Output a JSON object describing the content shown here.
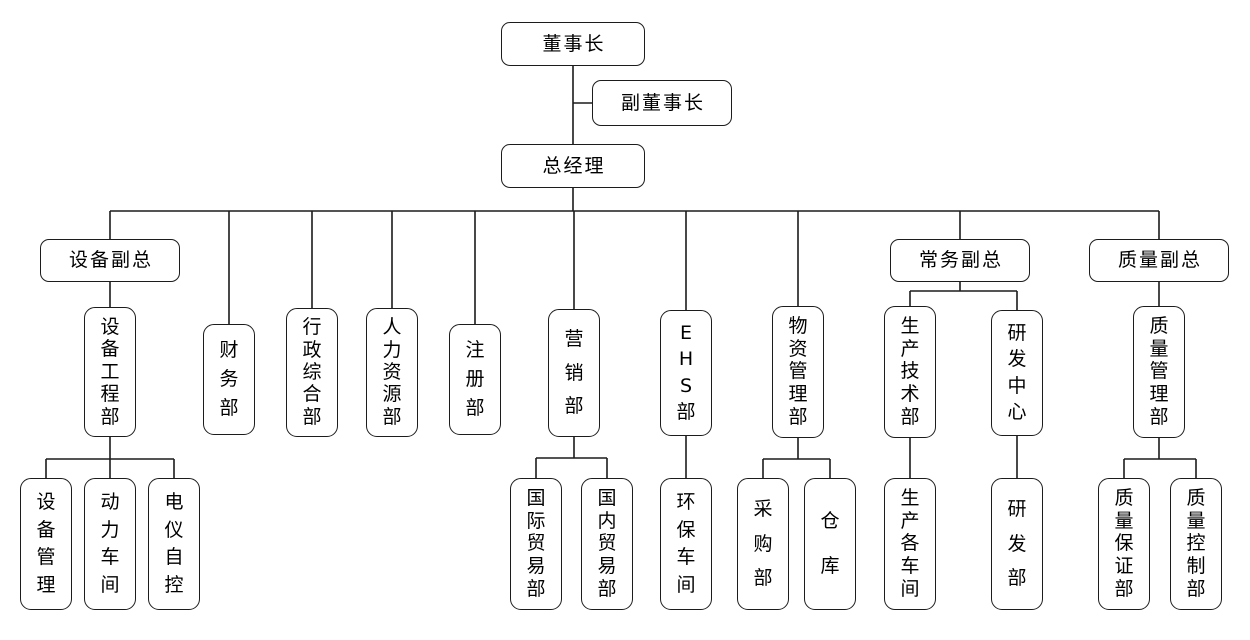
{
  "diagram_type": "org-chart",
  "colors": {
    "background": "#ffffff",
    "box_fill": "#ffffff",
    "box_border": "#1c1c1c",
    "line": "#1c1c1c",
    "text": "#000000"
  },
  "nodes": {
    "chairman": {
      "label": "董事长"
    },
    "vice_chairman": {
      "label": "副董事长"
    },
    "general_manager": {
      "label": "总经理"
    },
    "equipment_vp": {
      "label": "设备副总"
    },
    "equipment_engineering": {
      "label": "设备工程部"
    },
    "equipment_management": {
      "label": "设备管理"
    },
    "power_workshop": {
      "label": "动力车间"
    },
    "electrical_instrument_control": {
      "label": "电仪自控"
    },
    "finance": {
      "label": "财务部"
    },
    "administration": {
      "label": "行政综合部"
    },
    "human_resources": {
      "label": "人力资源部"
    },
    "registration": {
      "label": "注册部"
    },
    "marketing": {
      "label": "营销部"
    },
    "international_trade": {
      "label": "国际贸易部"
    },
    "domestic_trade": {
      "label": "国内贸易部"
    },
    "ehs": {
      "label": "EHS部"
    },
    "environmental_workshop": {
      "label": "环保车间"
    },
    "materials_management": {
      "label": "物资管理部"
    },
    "purchasing": {
      "label": "采购部"
    },
    "warehouse": {
      "label": "仓库"
    },
    "executive_vp": {
      "label": "常务副总"
    },
    "production_technology": {
      "label": "生产技术部"
    },
    "production_workshops": {
      "label": "生产各车间"
    },
    "rd_center": {
      "label": "研发中心"
    },
    "rd_department": {
      "label": "研发部"
    },
    "quality_vp": {
      "label": "质量副总"
    },
    "quality_management": {
      "label": "质量管理部"
    },
    "quality_assurance": {
      "label": "质量保证部"
    },
    "quality_control": {
      "label": "质量控制部"
    }
  },
  "edges": [
    [
      "chairman",
      "vice_chairman"
    ],
    [
      "chairman",
      "general_manager"
    ],
    [
      "general_manager",
      "equipment_vp"
    ],
    [
      "general_manager",
      "finance"
    ],
    [
      "general_manager",
      "administration"
    ],
    [
      "general_manager",
      "human_resources"
    ],
    [
      "general_manager",
      "registration"
    ],
    [
      "general_manager",
      "marketing"
    ],
    [
      "general_manager",
      "ehs"
    ],
    [
      "general_manager",
      "materials_management"
    ],
    [
      "general_manager",
      "executive_vp"
    ],
    [
      "general_manager",
      "quality_vp"
    ],
    [
      "equipment_vp",
      "equipment_engineering"
    ],
    [
      "equipment_engineering",
      "equipment_management"
    ],
    [
      "equipment_engineering",
      "power_workshop"
    ],
    [
      "equipment_engineering",
      "electrical_instrument_control"
    ],
    [
      "marketing",
      "international_trade"
    ],
    [
      "marketing",
      "domestic_trade"
    ],
    [
      "ehs",
      "environmental_workshop"
    ],
    [
      "materials_management",
      "purchasing"
    ],
    [
      "materials_management",
      "warehouse"
    ],
    [
      "executive_vp",
      "production_technology"
    ],
    [
      "executive_vp",
      "rd_center"
    ],
    [
      "production_technology",
      "production_workshops"
    ],
    [
      "rd_center",
      "rd_department"
    ],
    [
      "quality_vp",
      "quality_management"
    ],
    [
      "quality_management",
      "quality_assurance"
    ],
    [
      "quality_management",
      "quality_control"
    ]
  ]
}
